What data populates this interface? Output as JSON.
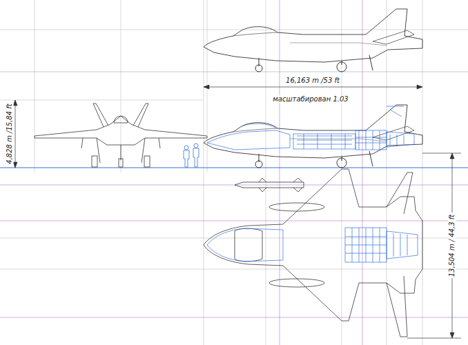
{
  "diagram": {
    "labels": [
      "16,163 m /53 ft",
      "масштабирован 1.03",
      "4,828 m /15,84 ft",
      "13,504 m / 44,3 ft"
    ]
  }
}
